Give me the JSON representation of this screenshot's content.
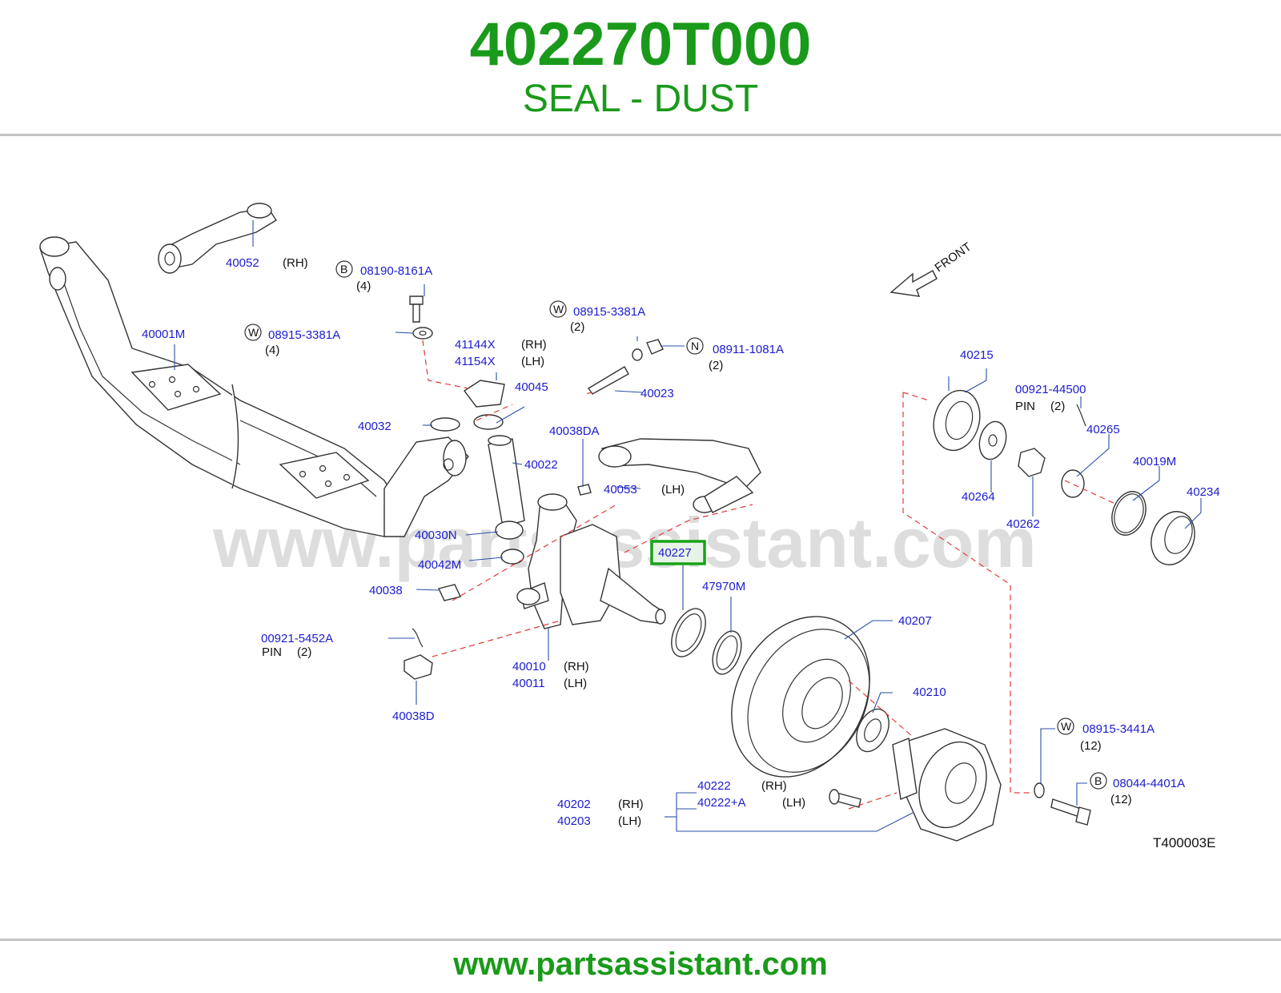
{
  "header": {
    "part_number": "402270T000",
    "part_name": "SEAL - DUST"
  },
  "footer": {
    "website": "www.partsassistant.com"
  },
  "diagram": {
    "watermark": "www.partsassistant.com",
    "figure_code": "T400003E",
    "front_label": "FRONT",
    "highlighted": "40227",
    "colors": {
      "brand": "#1a9a1a",
      "label": "#1c1ccf",
      "dashed": "#e23a3a",
      "highlight": "#17a317"
    },
    "callouts": {
      "c40052": "40052",
      "c40052s": "(RH)",
      "c08190": "08190-8161A",
      "c08190q": "(4)",
      "c40001M": "40001M",
      "c08915a": "08915-3381A",
      "c08915aq": "(4)",
      "c08915b": "08915-3381A",
      "c08915bq": "(2)",
      "c41144X": "41144X",
      "c41144Xs": "(RH)",
      "c41154X": "41154X",
      "c41154Xs": "(LH)",
      "c08911": "08911-1081A",
      "c08911q": "(2)",
      "c40045": "40045",
      "c40023": "40023",
      "c40032": "40032",
      "c40038DA": "40038DA",
      "c40022": "40022",
      "c40053": "40053",
      "c40053s": "(LH)",
      "c40030N": "40030N",
      "c40042M": "40042M",
      "c40227": "40227",
      "c47970M": "47970M",
      "c40038": "40038",
      "c00921a": "00921-5452A",
      "c00921apin": "PIN",
      "c00921aq": "(2)",
      "c40010": "40010",
      "c40010s": "(RH)",
      "c40011": "40011",
      "c40011s": "(LH)",
      "c40038D": "40038D",
      "c40207": "40207",
      "c40210": "40210",
      "c40215": "40215",
      "c00921b": "00921-44500",
      "c00921bpin": "PIN",
      "c00921bq": "(2)",
      "c40265": "40265",
      "c40019M": "40019M",
      "c40234": "40234",
      "c40264": "40264",
      "c40262": "40262",
      "c08915c": "08915-3441A",
      "c08915cq": "(12)",
      "c08044": "08044-4401A",
      "c08044q": "(12)",
      "c40222": "40222",
      "c40222s": "(RH)",
      "c40222A": "40222+A",
      "c40222As": "(LH)",
      "c40202": "40202",
      "c40202s": "(RH)",
      "c40203": "40203",
      "c40203s": "(LH)"
    },
    "badges": {
      "B": "B",
      "W": "W",
      "N": "N"
    }
  }
}
